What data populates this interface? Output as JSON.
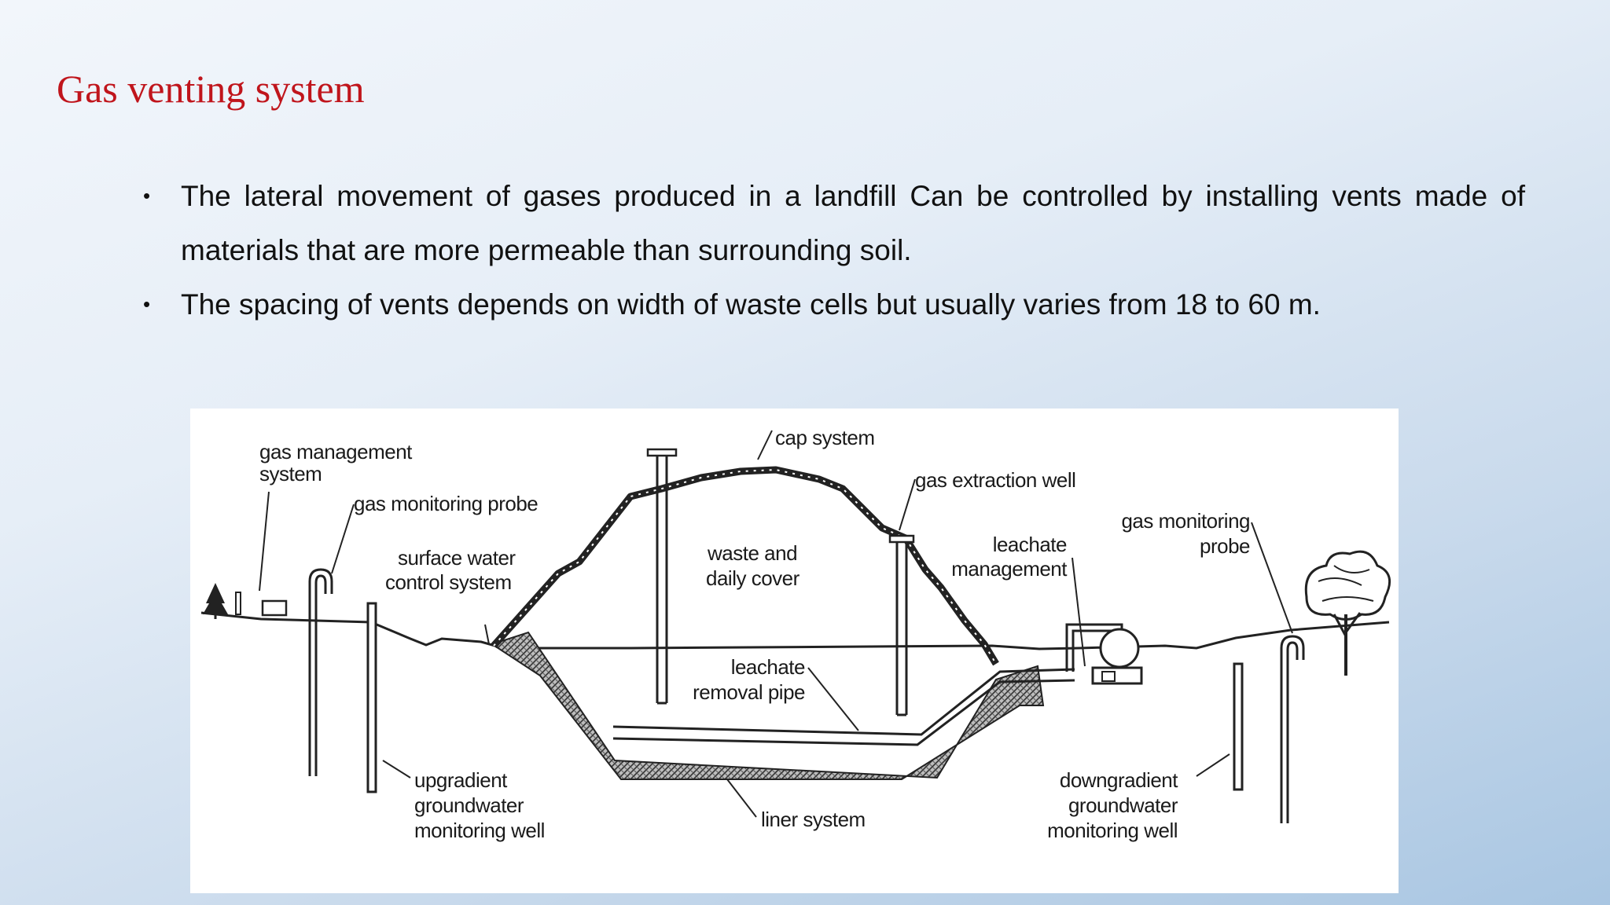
{
  "title": "Gas venting system",
  "bullets": [
    "The lateral movement of gases produced in a landfill Can be controlled by installing vents made of materials that are more permeable than surrounding soil.",
    "The spacing of vents depends on width of waste cells but usually varies from 18 to 60 m."
  ],
  "diagram": {
    "labels": {
      "gas_management_1": "gas management",
      "gas_management_2": "system",
      "gas_monitoring_probe_left": "gas monitoring probe",
      "surface_water_1": "surface water",
      "surface_water_2": "control system",
      "cap_system": "cap system",
      "gas_extraction_well": "gas extraction well",
      "waste_1": "waste and",
      "waste_2": "daily cover",
      "leachate_mgmt_1": "leachate",
      "leachate_mgmt_2": "management",
      "gas_probe_right_1": "gas monitoring",
      "gas_probe_right_2": "probe",
      "leachate_pipe_1": "leachate",
      "leachate_pipe_2": "removal pipe",
      "upgradient_1": "upgradient",
      "upgradient_2": "groundwater",
      "upgradient_3": "monitoring well",
      "liner_system": "liner system",
      "downgradient_1": "downgradient",
      "downgradient_2": "groundwater",
      "downgradient_3": "monitoring well"
    }
  }
}
